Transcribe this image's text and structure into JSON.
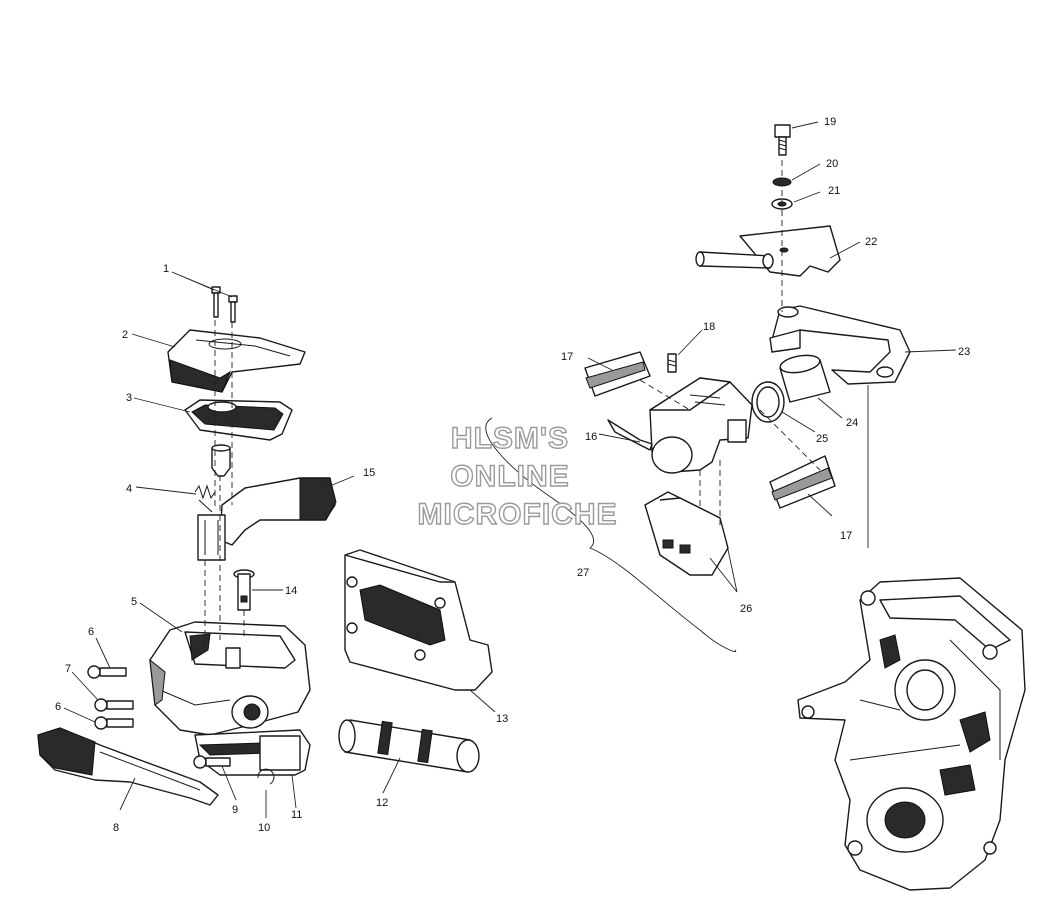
{
  "watermark": {
    "line1": "HLSM'S",
    "line2": "ONLINE",
    "line3": "MICROFICHE"
  },
  "callouts": [
    "1",
    "2",
    "3",
    "4",
    "5",
    "6",
    "7",
    "6",
    "8",
    "9",
    "10",
    "11",
    "12",
    "13",
    "14",
    "15",
    "16",
    "17",
    "17",
    "18",
    "19",
    "20",
    "21",
    "22",
    "23",
    "24",
    "25",
    "26",
    "27"
  ]
}
